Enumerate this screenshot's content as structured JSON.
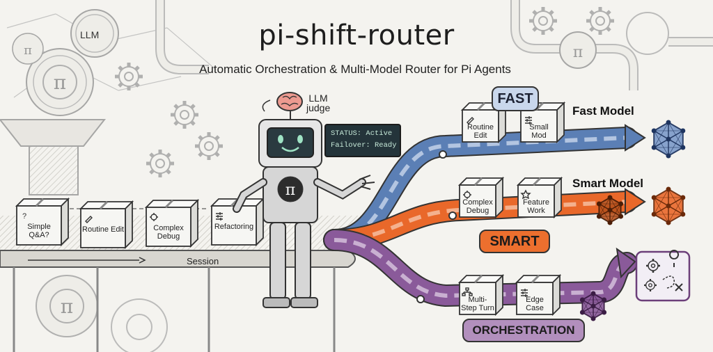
{
  "header": {
    "title": "pi-shift-router",
    "subtitle": "Automatic Orchestration & Multi-Model Router for Pi Agents"
  },
  "conveyor": {
    "session_label": "Session",
    "boxes": [
      {
        "label": "Simple Q&A?",
        "icon": "question-mark-icon"
      },
      {
        "label": "Routine Edit",
        "icon": "pencil-icon"
      },
      {
        "label": "Complex Debug",
        "icon": "gear-icon"
      },
      {
        "label": "Refactoring",
        "icon": "sliders-icon"
      }
    ]
  },
  "robot": {
    "judge_label": "LLM judge",
    "badge_symbol": "π",
    "status_lines": [
      "STATUS: Active",
      "Failover: Ready"
    ]
  },
  "decor": {
    "coin_llm": "LLM",
    "coin_pi": "π"
  },
  "routes": [
    {
      "key": "fast",
      "pill": "FAST",
      "model": "Fast Model",
      "color": "#5b7fb5",
      "boxes": [
        {
          "label": "Routine Edit",
          "icon": "pencil-icon"
        },
        {
          "label": "Small Mod",
          "icon": "sliders-icon"
        }
      ]
    },
    {
      "key": "smart",
      "pill": "SMART",
      "model": "Smart Model",
      "color": "#e9682a",
      "boxes": [
        {
          "label": "Complex Debug",
          "icon": "gear-icon"
        },
        {
          "label": "Feature Work",
          "icon": "star-icon"
        }
      ]
    },
    {
      "key": "orchestration",
      "pill": "ORCHESTRATION",
      "model": "",
      "color": "#8a5a9a",
      "boxes": [
        {
          "label": "Multi-Step Turn",
          "icon": "hierarchy-icon"
        },
        {
          "label": "Edge Case",
          "icon": "sliders-icon"
        }
      ]
    }
  ]
}
